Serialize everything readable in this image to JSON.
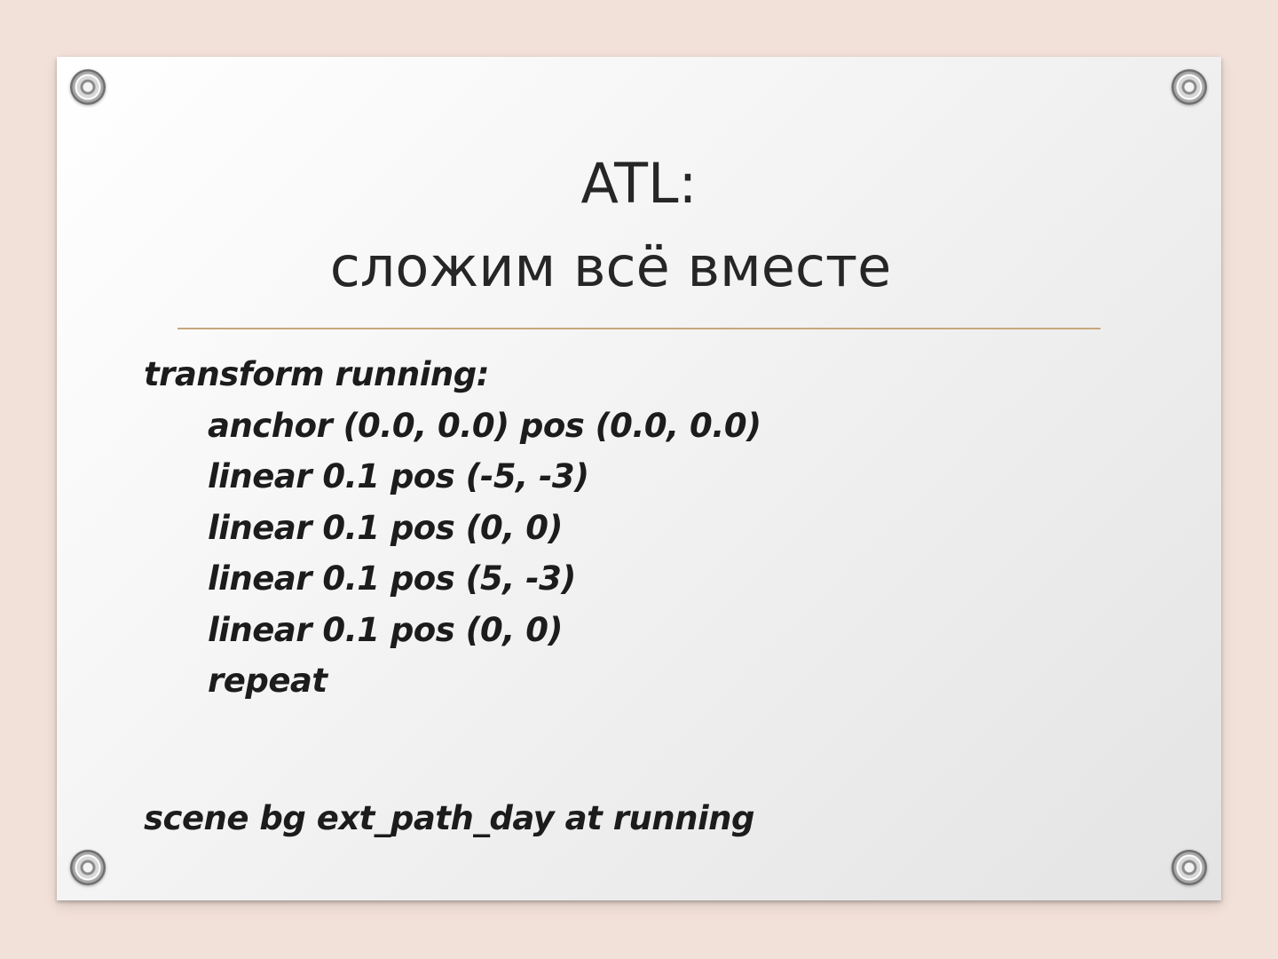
{
  "slide": {
    "title": "ATL:",
    "subtitle": "сложим всё вместе",
    "accent_color": "#c6a77d",
    "background_color": "#f2e1d8",
    "code_lines": [
      "transform running:",
      "anchor (0.0, 0.0) pos (0.0, 0.0)",
      "linear 0.1 pos (-5, -3)",
      "linear 0.1 pos (0, 0)",
      "linear 0.1 pos (5, -3)",
      "linear 0.1 pos (0, 0)",
      "repeat"
    ],
    "footer_line": "scene bg ext_path_day at running"
  }
}
